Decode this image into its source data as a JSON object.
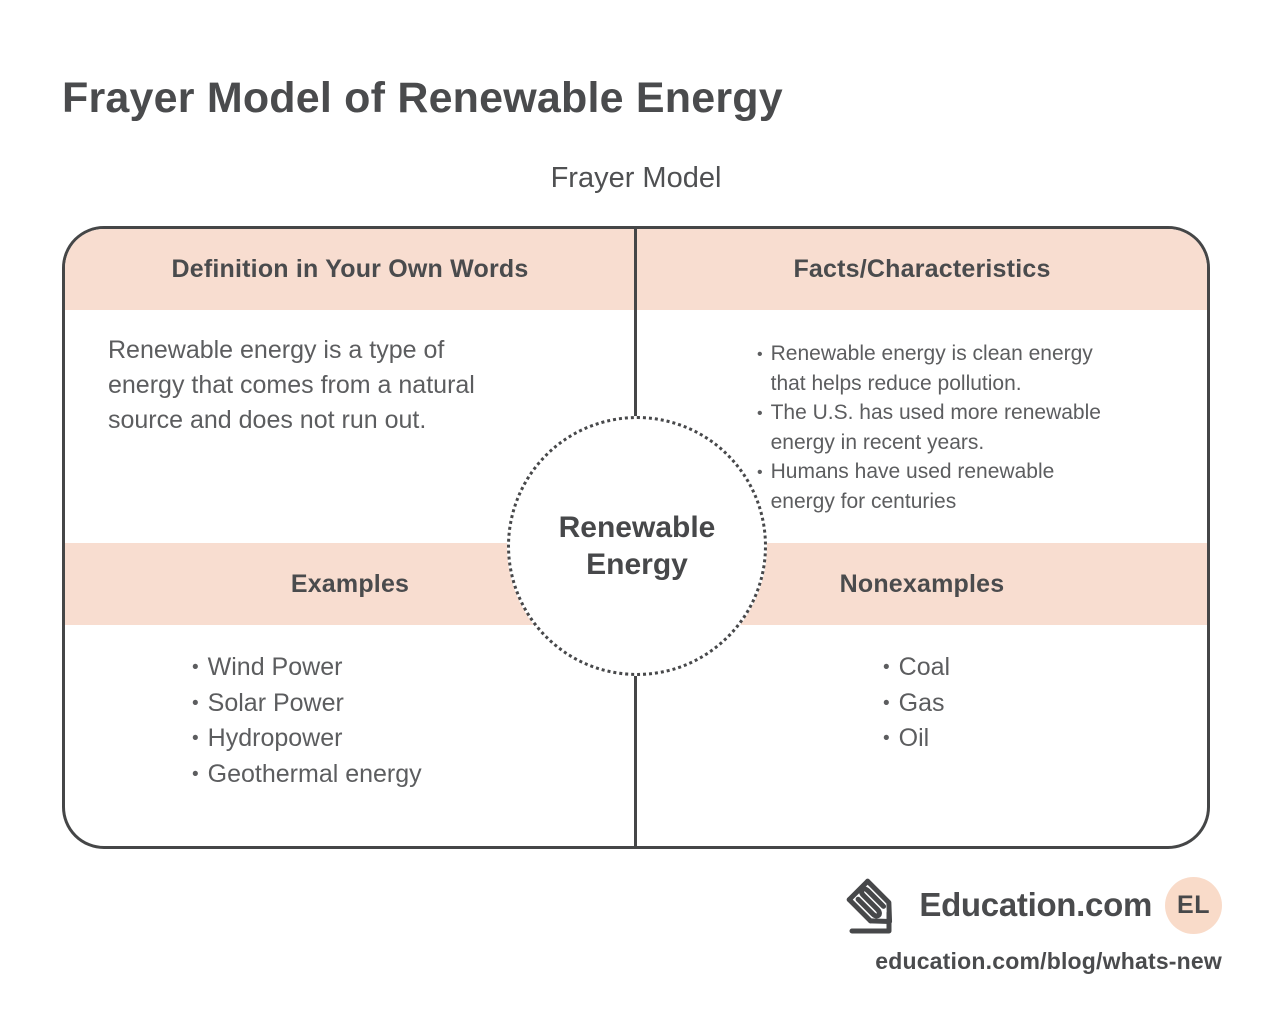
{
  "page": {
    "title": "Frayer Model of Renewable Energy",
    "subtitle": "Frayer Model"
  },
  "center": {
    "lines": [
      "Renewable",
      "Energy"
    ]
  },
  "quadrants": {
    "definition": {
      "header": "Definition in Your Own Words",
      "lines": [
        "Renewable energy is a type of",
        "energy that comes from a natural",
        "source and does not run out."
      ]
    },
    "facts": {
      "header": "Facts/Characteristics",
      "items": [
        [
          "Renewable energy is clean energy",
          "that helps reduce pollution."
        ],
        [
          "The U.S. has used more renewable",
          "energy in recent years."
        ],
        [
          "Humans have used renewable",
          "energy for centuries"
        ]
      ]
    },
    "examples": {
      "header": "Examples",
      "items": [
        "Wind Power",
        "Solar Power",
        "Hydropower",
        "Geothermal energy"
      ]
    },
    "nonexamples": {
      "header": "Nonexamples",
      "items": [
        "Coal",
        "Gas",
        "Oil"
      ]
    }
  },
  "footer": {
    "brand": "Education.com",
    "badge": "EL",
    "url": "education.com/blog/whats-new",
    "logo_icon": "pencil-scribble-icon"
  },
  "colors": {
    "band_pink": "#f8ddd0",
    "badge_peach": "#f9dbc9",
    "ink_dark": "#47484a",
    "body_text": "#5c5d5f"
  }
}
